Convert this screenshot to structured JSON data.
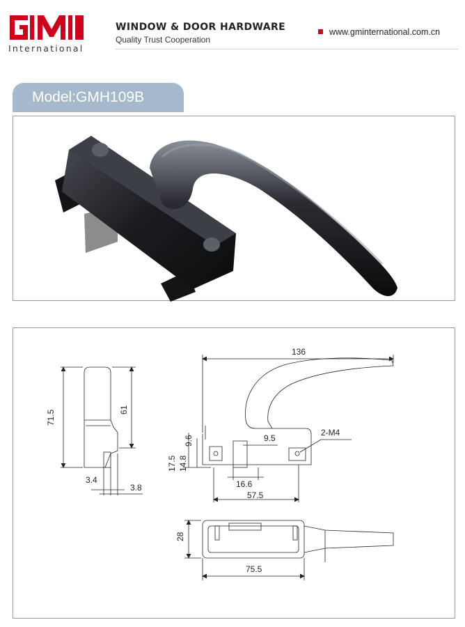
{
  "header": {
    "logo_text": "International",
    "tagline": "WINDOW & DOOR HARDWARE",
    "slogan": "Quality  Trust  Cooperation",
    "website": "www.gminternational.com.cn"
  },
  "model": {
    "label": "Model:GMH109B"
  },
  "colors": {
    "brand_red": "#d0021b",
    "tab_blue": "#a6b8cc",
    "frame_gray": "#9a9a9a"
  },
  "drawing": {
    "side_view": {
      "height_total": "71.5",
      "height_inner": "61",
      "offset_a": "3.4",
      "offset_b": "3.8"
    },
    "front_view": {
      "length": "136",
      "d_9_6": "9.6",
      "d_9_5": "9.5",
      "d_17_5": "17.5",
      "d_14_8": "14.8",
      "d_16_6": "16.6",
      "d_57_5": "57.5",
      "screw": "2-M4"
    },
    "top_view": {
      "width": "28",
      "base_length": "75.5"
    }
  }
}
